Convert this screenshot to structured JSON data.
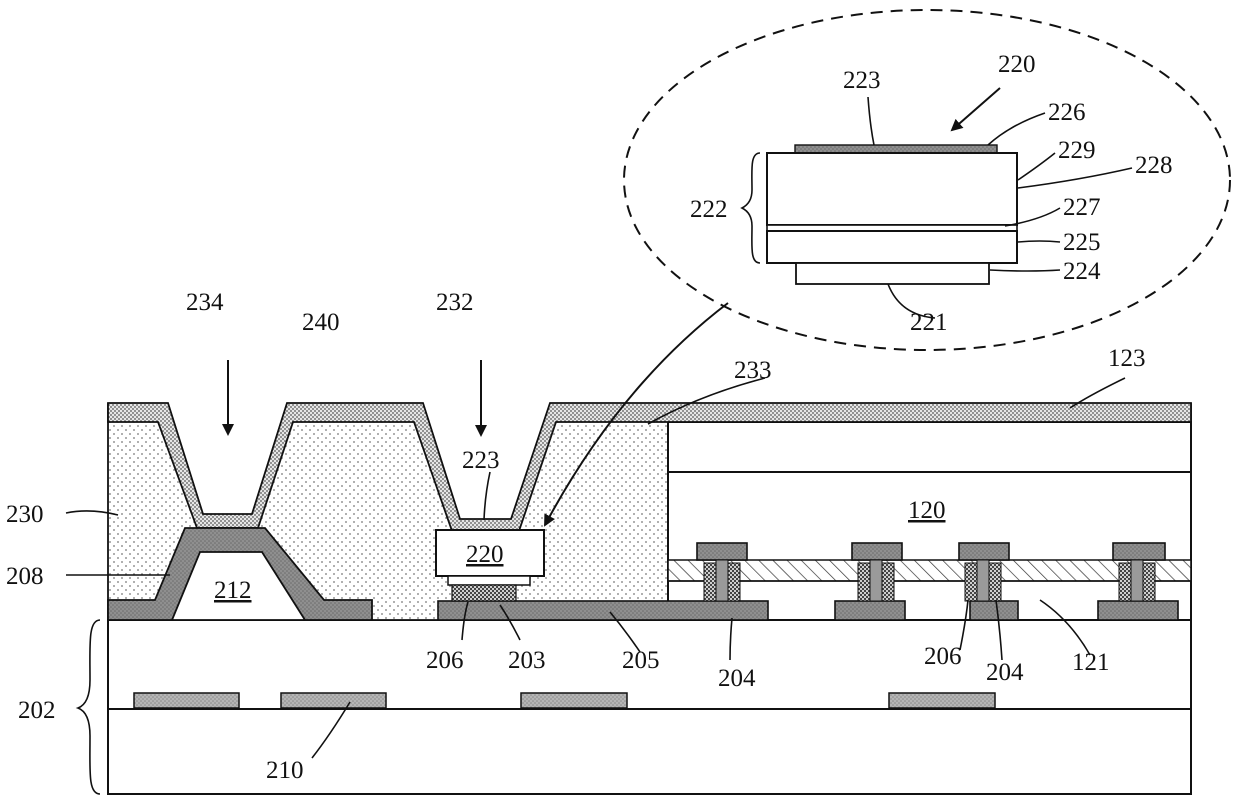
{
  "labels": {
    "l220_top": "220",
    "l223_top": "223",
    "l226": "226",
    "l229": "229",
    "l228": "228",
    "l222": "222",
    "l227": "227",
    "l225": "225",
    "l224": "224",
    "l221": "221",
    "l234": "234",
    "l240": "240",
    "l232": "232",
    "l233": "233",
    "l123": "123",
    "l223": "223",
    "l230": "230",
    "l208": "208",
    "l212": "212",
    "l220": "220",
    "l120": "120",
    "l206a": "206",
    "l203": "203",
    "l205": "205",
    "l204a": "204",
    "l206b": "206",
    "l204b": "204",
    "l121": "121",
    "l202": "202",
    "l210": "210"
  }
}
